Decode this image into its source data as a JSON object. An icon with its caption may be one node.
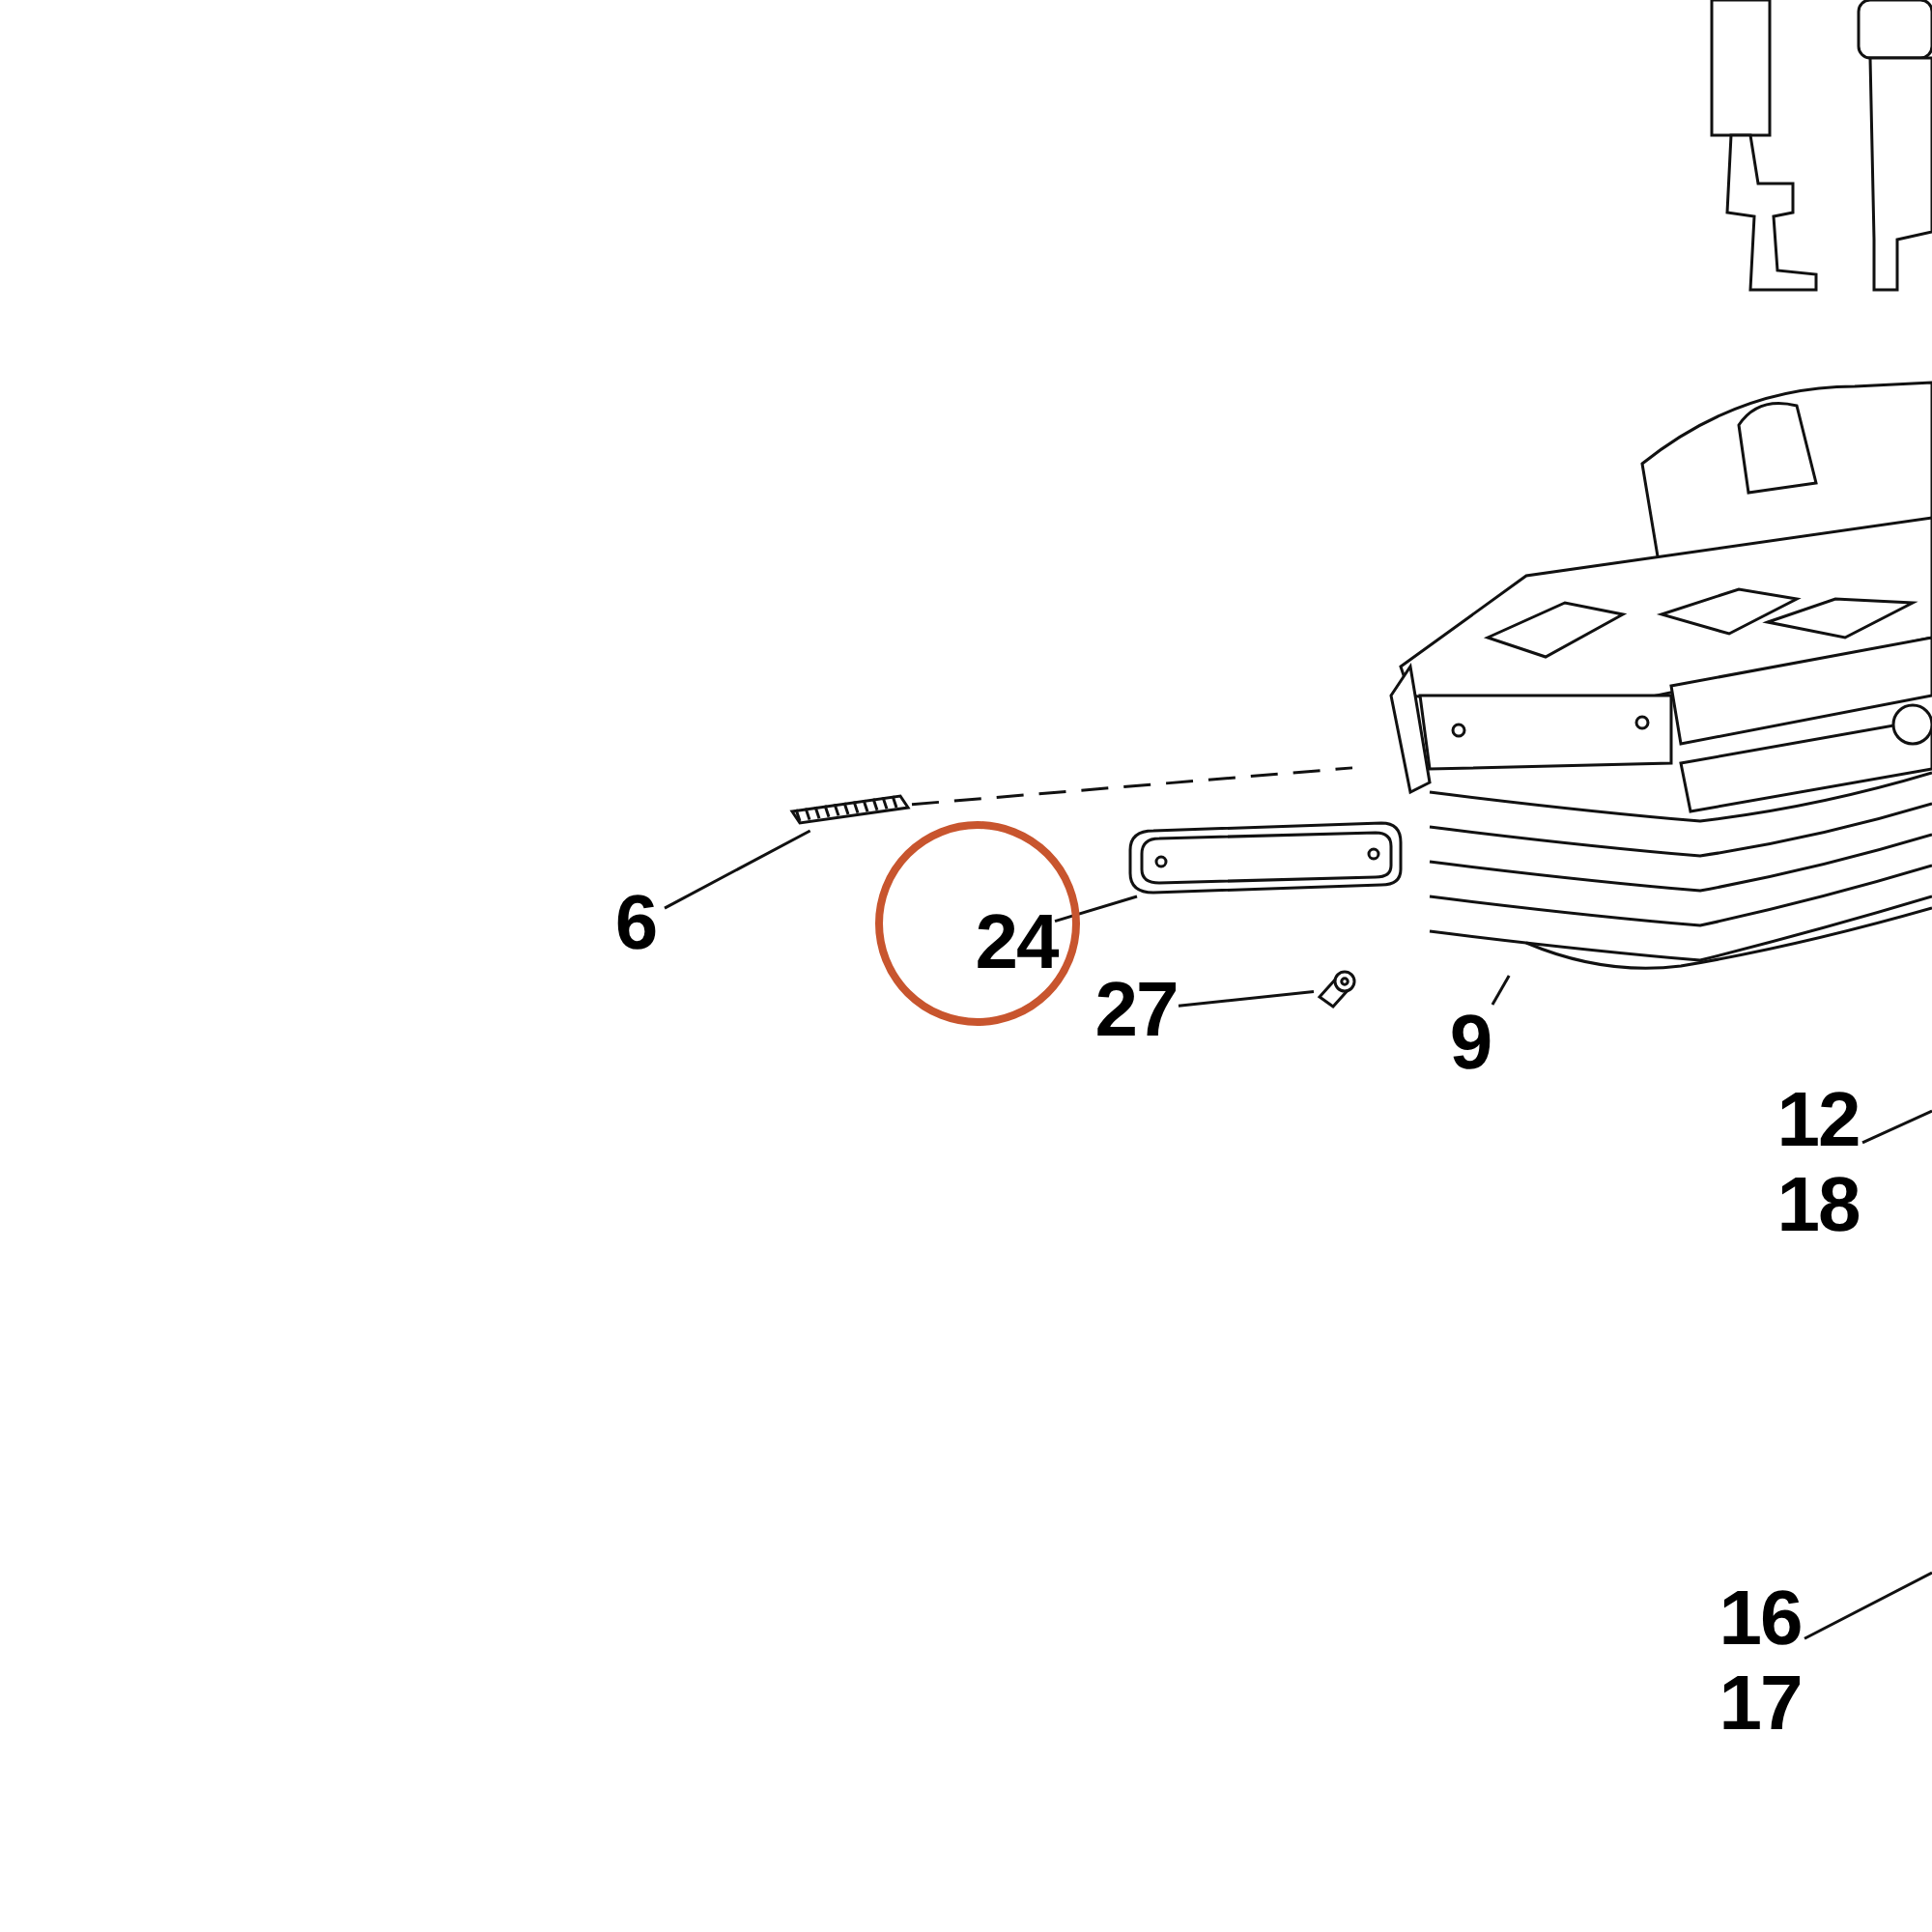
{
  "diagram": {
    "nodes": [
      {
        "text": [
          "6"
        ]
      },
      {
        "text": [],
        "shape": "picture"
      },
      {
        "text": [],
        "shape": "circle"
      },
      {
        "text": [
          "24"
        ],
        "in": 2
      },
      {
        "text": [],
        "shape": "picture"
      },
      {
        "text": [
          "27"
        ]
      },
      {
        "text": [],
        "shape": "picture"
      },
      {
        "text": [
          "9"
        ]
      },
      {
        "text": [],
        "shape": "picture"
      },
      {
        "text": [
          "12",
          "18"
        ]
      },
      {
        "text": [
          "16",
          "17"
        ]
      }
    ],
    "edges": [
      {
        "from": 0,
        "to": 1,
        "arrow": "none"
      },
      {
        "from": 3,
        "to": 4,
        "arrow": "none"
      },
      {
        "from": 5,
        "to": 6,
        "arrow": "none"
      },
      {
        "from": 7,
        "to": 8,
        "arrow": "none"
      },
      {
        "from": 9,
        "to": null,
        "arrow": "none"
      },
      {
        "from": 10,
        "to": null,
        "arrow": "none"
      },
      {
        "from": 1,
        "to": 8,
        "arrow": "none",
        "style": "dashed"
      }
    ]
  }
}
